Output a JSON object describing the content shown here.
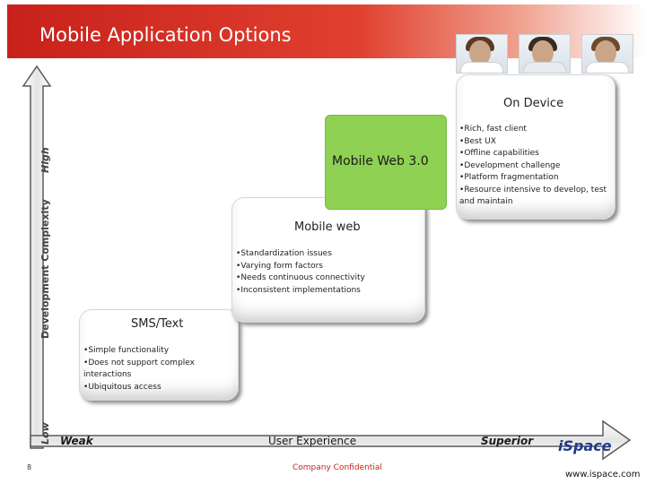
{
  "header": {
    "title": "Mobile Application Options"
  },
  "axes": {
    "vertical_title": "Development Complexity",
    "vertical_high": "High",
    "vertical_low": "Low",
    "horizontal_title": "User Experience",
    "horizontal_weak": "Weak",
    "horizontal_superior": "Superior"
  },
  "tiers": [
    {
      "title": "SMS/Text",
      "bullets": [
        "Simple functionality",
        "Does not support complex interactions",
        "Ubiquitous access"
      ]
    },
    {
      "title": "Mobile web",
      "bullets": [
        "Standardization issues",
        "Varying form factors",
        "Needs continuous connectivity",
        "Inconsistent implementations"
      ]
    },
    {
      "title": "Mobile Web 3.0",
      "color": "#8fd153"
    },
    {
      "title": "On Device",
      "bullets": [
        "Rich, fast client",
        "Best UX",
        "Offline capabilities",
        "Development challenge",
        "Platform fragmentation",
        "Resource intensive to develop, test and maintain"
      ]
    }
  ],
  "footer": {
    "page_number": "8",
    "confidential": "Company Confidential",
    "logo": "iSpace",
    "url": "www.ispace.com"
  },
  "colors": {
    "brand_red": "#c8211b",
    "accent_green": "#8fd153"
  },
  "icons": [
    "upward-arrow-icon",
    "rightward-arrow-icon",
    "person-photo-icon"
  ]
}
